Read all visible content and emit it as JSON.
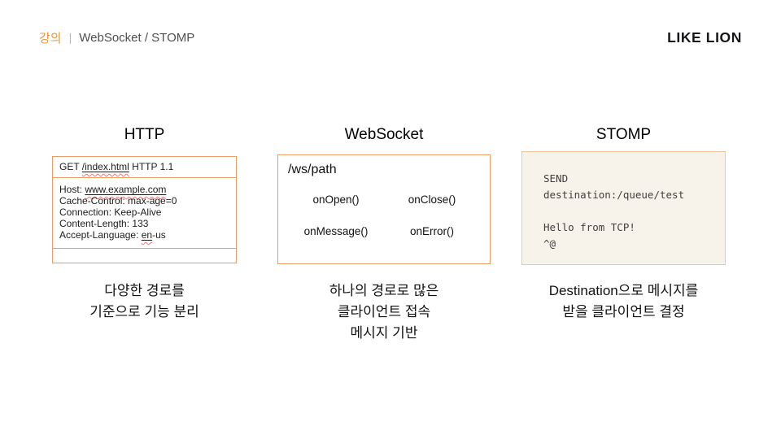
{
  "header": {
    "category": "강의",
    "separator": "|",
    "title": "WebSocket / STOMP",
    "logo": "LIKE LION"
  },
  "colors": {
    "accent_orange": "#EF9638",
    "box_border_orange": "#EB9D64",
    "stomp_border": "#F1C6A0",
    "stomp_background": "#F8F3EA",
    "spellcheck_red": "#E87C7C"
  },
  "columns": {
    "http": {
      "title": "HTTP",
      "request_line": {
        "pre": "GET ",
        "link": "/index.html",
        "post": " HTTP 1.1"
      },
      "headers": [
        {
          "pre": "Host: ",
          "link": "www.example.com",
          "post": ""
        },
        {
          "pre": "Cache-Control: max-age=0"
        },
        {
          "pre": "Connection: Keep-Alive"
        },
        {
          "pre": "Content-Length: 133"
        },
        {
          "pre": "Accept-Language: ",
          "link": "en",
          "post": "-us"
        }
      ],
      "caption_lines": [
        "다양한 경로를",
        "기준으로 기능 분리"
      ]
    },
    "websocket": {
      "title": "WebSocket",
      "path": "/ws/path",
      "handlers": [
        "onOpen()",
        "onClose()",
        "onMessage()",
        "onError()"
      ],
      "caption_lines": [
        "하나의 경로로 많은",
        "클라이언트 접속",
        "메시지 기반"
      ]
    },
    "stomp": {
      "title": "STOMP",
      "frame_lines": [
        "SEND",
        "destination:/queue/test",
        "",
        "Hello from TCP!",
        "^@"
      ],
      "caption_lines": [
        "Destination으로 메시지를",
        "받을 클라이언트 결정"
      ]
    }
  }
}
